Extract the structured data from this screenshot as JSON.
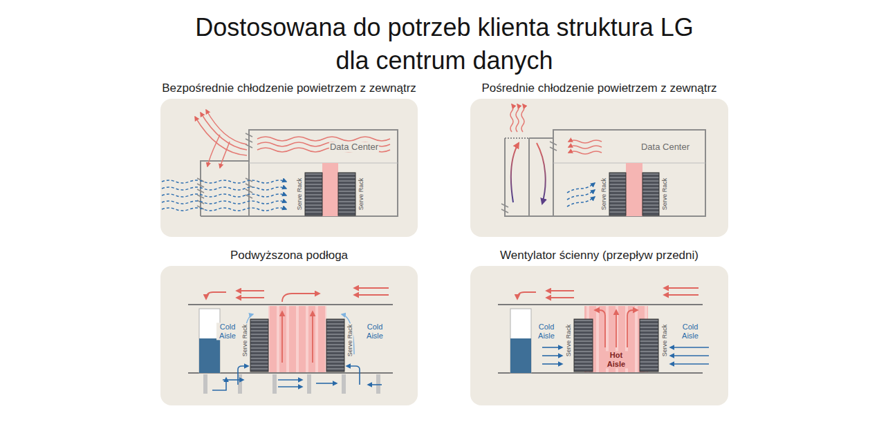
{
  "diagram": {
    "title": "Dostosowana do potrzeb klienta struktura LG dla centrum danych",
    "nodes": [
      {
        "text": [
          "Bezpośrednie chłodzenie powietrzem z zewnątrz"
        ]
      },
      {
        "text": [
          "Pośrednie chłodzenie powietrzem z zewnątrz"
        ]
      },
      {
        "text": [
          "Podwyższona podłoga"
        ]
      },
      {
        "text": [
          "Wentylator ścienny (przepływ przedni)"
        ]
      }
    ],
    "labels": [
      "Data Center",
      "Serve Rack",
      "Serve Rack",
      "Data Center",
      "Serve Rack",
      "Serve Rack",
      "Cold Aisle",
      "Serve Rack",
      "Serve Rack",
      "Cold Aisle",
      "Cold Aisle",
      "Serve Rack",
      "Hot Aisle",
      "Serve Rack",
      "Cold Aisle"
    ]
  }
}
